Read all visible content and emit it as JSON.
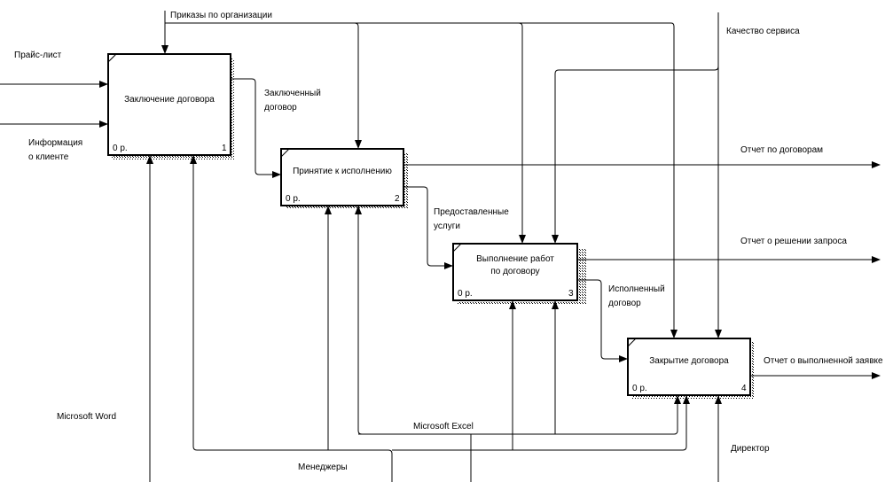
{
  "boxes": [
    {
      "title": "Заключение договора",
      "cost": "0 р.",
      "num": "1"
    },
    {
      "title": "Принятие к исполнению",
      "cost": "0 р.",
      "num": "2"
    },
    {
      "title": "Выполнение работ\nпо договору",
      "cost": "0 р.",
      "num": "3"
    },
    {
      "title": "Закрытие договора",
      "cost": "0 р.",
      "num": "4"
    }
  ],
  "labels": {
    "orders": "Приказы по организации",
    "service_quality": "Качество сервиса",
    "price_list": "Прайс-лист",
    "client_info": "Информация\nо клиенте",
    "contract_signed": "Заключенный\nдоговор",
    "contract_report": "Отчет по договорам",
    "services_provided": "Предоставленные\nуслуги",
    "request_report": "Отчет о решении запроса",
    "contract_done": "Исполненный\nдоговор",
    "completed_report": "Отчет о выполненной заявке",
    "ms_word": "Microsoft Word",
    "ms_excel": "Microsoft Excel",
    "managers": "Менеджеры",
    "director": "Директор"
  }
}
